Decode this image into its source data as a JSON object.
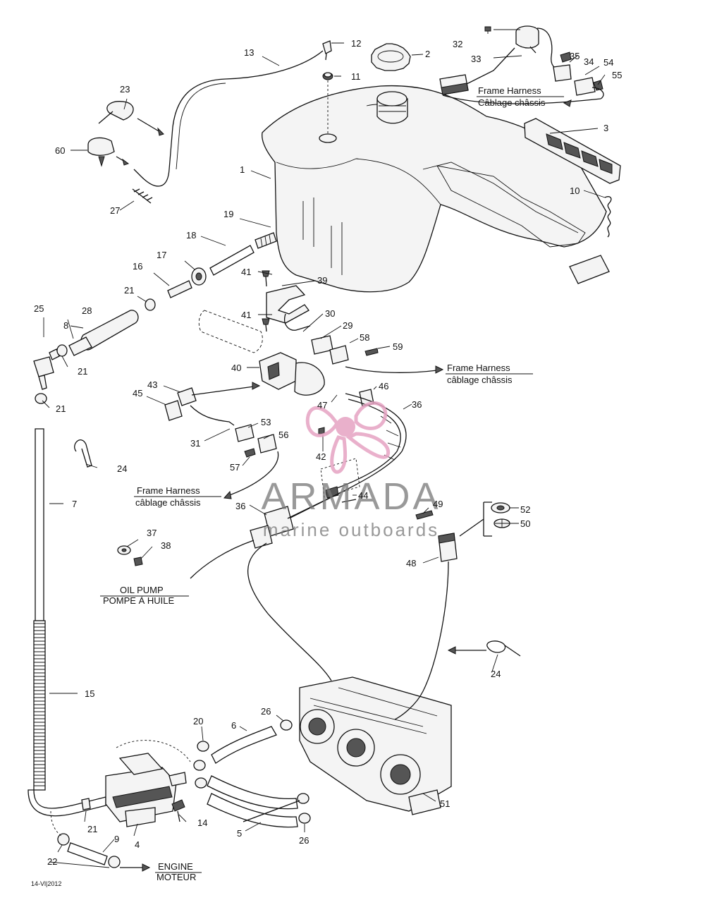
{
  "callouts": {
    "c1": "1",
    "c2": "2",
    "c3": "3",
    "c4": "4",
    "c5": "5",
    "c6": "6",
    "c7": "7",
    "c8": "8",
    "c9": "9",
    "c10": "10",
    "c11": "11",
    "c12": "12",
    "c13": "13",
    "c14": "14",
    "c15": "15",
    "c16": "16",
    "c17": "17",
    "c18": "18",
    "c19": "19",
    "c20": "20",
    "c21a": "21",
    "c21b": "21",
    "c21c": "21",
    "c21d": "21",
    "c22": "22",
    "c23": "23",
    "c24a": "24",
    "c24b": "24",
    "c25": "25",
    "c26a": "26",
    "c26b": "26",
    "c27": "27",
    "c28": "28",
    "c29": "29",
    "c30": "30",
    "c31": "31",
    "c32": "32",
    "c33": "33",
    "c34": "34",
    "c35": "35",
    "c36a": "36",
    "c36b": "36",
    "c37": "37",
    "c38": "38",
    "c39": "39",
    "c40": "40",
    "c41a": "41",
    "c41b": "41",
    "c42": "42",
    "c43": "43",
    "c44": "44",
    "c45": "45",
    "c46": "46",
    "c47": "47",
    "c48": "48",
    "c49": "49",
    "c50": "50",
    "c51": "51",
    "c52": "52",
    "c53": "53",
    "c54": "54",
    "c55": "55",
    "c56": "56",
    "c57": "57",
    "c58": "58",
    "c59": "59",
    "c60": "60"
  },
  "labels": {
    "frame_harness_1_en": "Frame Harness",
    "frame_harness_1_fr": "Câblage châssis",
    "frame_harness_2_en": "Frame Harness",
    "frame_harness_2_fr": "câblage châssis",
    "frame_harness_3_en": "Frame Harness",
    "frame_harness_3_fr": "câblage châssis",
    "oil_pump_en": "OIL PUMP",
    "oil_pump_fr": "POMPE À HUILE",
    "engine_en": "ENGINE",
    "engine_fr": "MOTEUR"
  },
  "watermark": {
    "brand": "ARMADA",
    "tagline": "marine outboards",
    "color": "#e6a3c3"
  },
  "footer": {
    "code": "14-Vl|2012"
  }
}
